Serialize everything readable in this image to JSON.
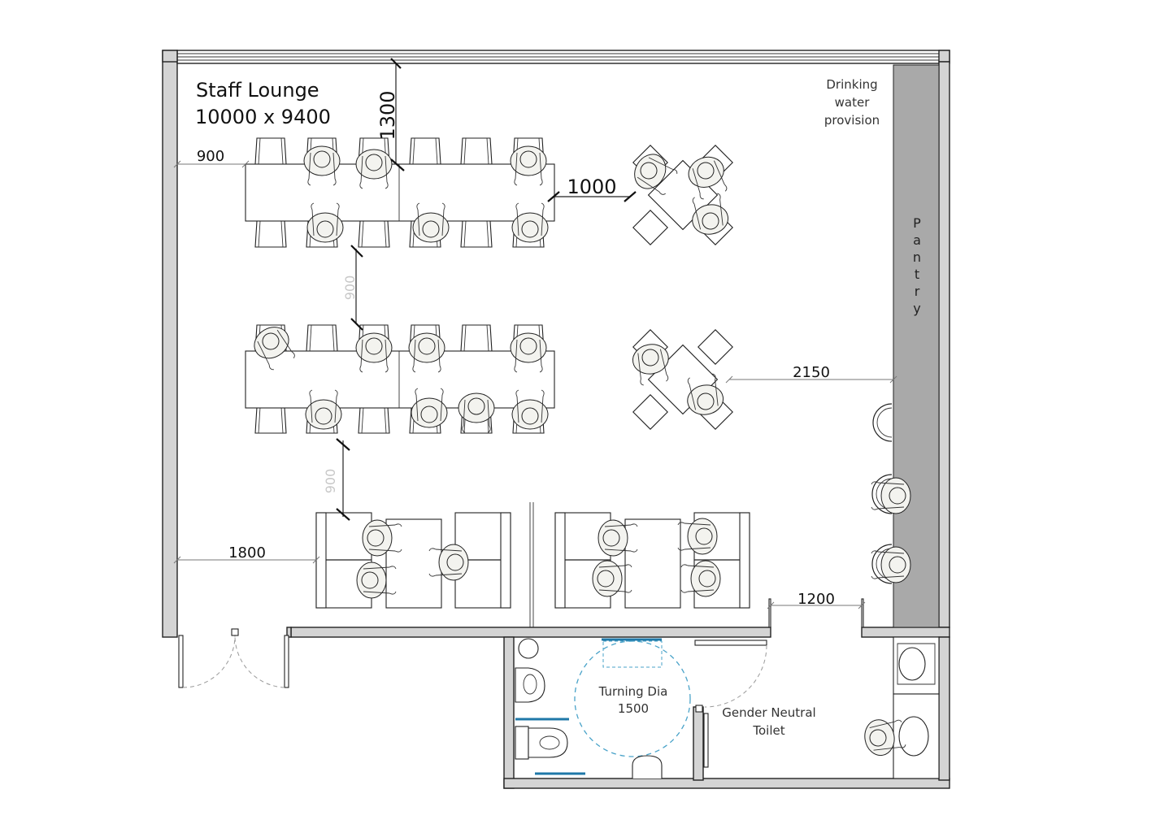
{
  "room": {
    "name": "Staff Lounge",
    "size": "10000  x  9400"
  },
  "dimensions": {
    "d900": "900",
    "d1300": "1300",
    "d1000": "1000",
    "d2150": "2150",
    "d1800": "1800",
    "d1200": "1200",
    "ghost_upper": "900",
    "ghost_lower": "900"
  },
  "labels": {
    "drinking_water": [
      "Drinking",
      "water",
      "provision"
    ],
    "pantry": [
      "P",
      "a",
      "n",
      "t",
      "r",
      "y"
    ],
    "turning_dia": [
      "Turning Dia",
      "1500"
    ],
    "toilet": [
      "Gender Neutral",
      "Toilet"
    ]
  },
  "colors": {
    "wall": "#d4d4d4",
    "pantry": "#a9a9a9",
    "turning_circle": "#4aa3c9",
    "grab_bar": "#1f78a8"
  }
}
